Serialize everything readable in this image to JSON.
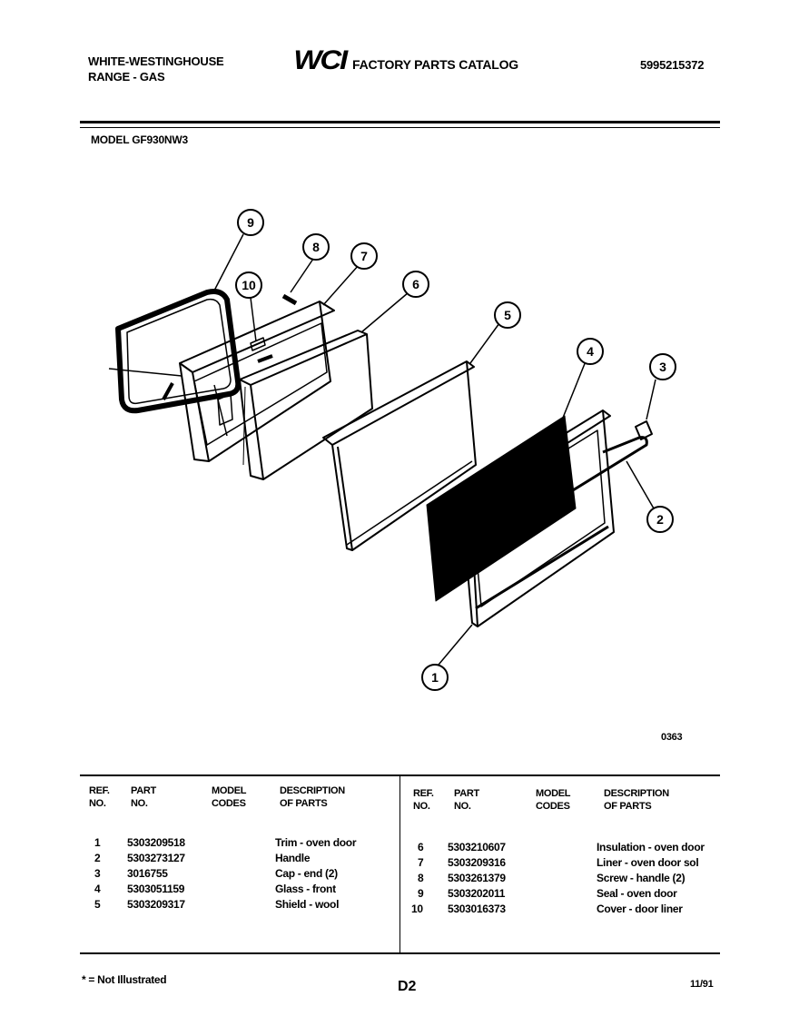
{
  "header": {
    "brand_line1": "WHITE-WESTINGHOUSE",
    "brand_line2": "RANGE - GAS",
    "logo_text": "WCI",
    "catalog_title": "FACTORY PARTS CATALOG",
    "catalog_number": "5995215372",
    "model": "MODEL GF930NW3"
  },
  "diagram": {
    "figure_code": "0363",
    "callouts": [
      "1",
      "2",
      "3",
      "4",
      "5",
      "6",
      "7",
      "8",
      "9",
      "10"
    ]
  },
  "table": {
    "headers": {
      "ref_no": "REF. NO.",
      "ref_line1": "REF.",
      "ref_line2": "NO.",
      "part_line1": "PART",
      "part_line2": "NO.",
      "model_line1": "MODEL",
      "model_line2": "CODES",
      "desc_line1": "DESCRIPTION",
      "desc_line2": "OF PARTS"
    },
    "left_rows": [
      {
        "ref": "1",
        "part": "5303209518",
        "desc": "Trim - oven door"
      },
      {
        "ref": "2",
        "part": "5303273127",
        "desc": "Handle"
      },
      {
        "ref": "3",
        "part": "3016755",
        "desc": "Cap - end (2)"
      },
      {
        "ref": "4",
        "part": "5303051159",
        "desc": "Glass - front"
      },
      {
        "ref": "5",
        "part": "5303209317",
        "desc": "Shield - wool"
      }
    ],
    "right_rows": [
      {
        "ref": "6",
        "part": "5303210607",
        "desc": "Insulation - oven door"
      },
      {
        "ref": "7",
        "part": "5303209316",
        "desc": "Liner - oven door sol"
      },
      {
        "ref": "8",
        "part": "5303261379",
        "desc": "Screw - handle (2)"
      },
      {
        "ref": "9",
        "part": "5303202011",
        "desc": "Seal - oven door"
      },
      {
        "ref": "10",
        "part": "5303016373",
        "desc": "Cover - door liner"
      }
    ]
  },
  "footer": {
    "note": "* = Not Illustrated",
    "page": "D2",
    "date": "11/91"
  }
}
